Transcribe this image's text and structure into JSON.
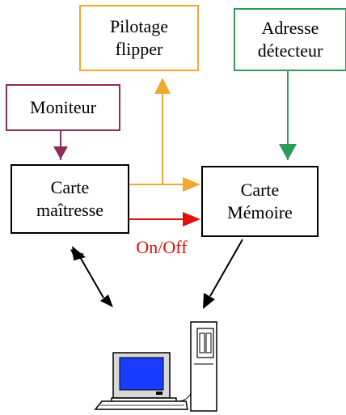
{
  "boxes": {
    "pilotage": "Pilotage\nflipper",
    "adresse": "Adresse\ndétecteur",
    "moniteur": "Moniteur",
    "maitresse": "Carte\nmaîtresse",
    "memoire": "Carte\nMémoire"
  },
  "labels": {
    "onoff": "On/Off"
  },
  "colors": {
    "pilotage_border": "#f0a830",
    "adresse_border": "#2e9a5e",
    "moniteur_border": "#8a2d5c",
    "onoff_arrow": "#e01010",
    "computer_screen": "#1a3cff"
  },
  "icons": {
    "computer": "desktop-computer-icon"
  }
}
